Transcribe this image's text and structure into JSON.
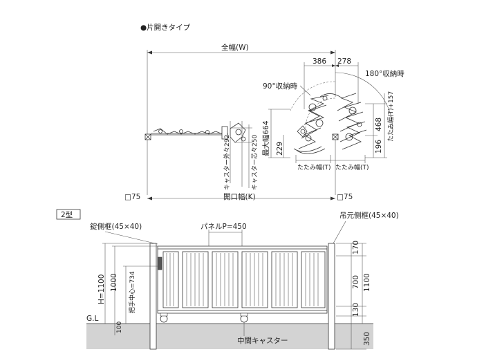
{
  "plan_view": {
    "title": "●片開きタイプ",
    "overall_width": "全幅(W)",
    "dim_386": "386",
    "dim_278": "278",
    "angle_90": "90°収納時",
    "angle_180": "180°収納時",
    "max_width": "最大幅",
    "dim_664": "664",
    "dim_468": "468",
    "dim_229": "229",
    "dim_196": "196",
    "folded_width_1": "たたみ幅(T)",
    "folded_width_2": "たたみ幅(T)",
    "folded_width_plus": "たたみ幅(T)+157",
    "caster_outer": "キャスター外々292",
    "caster_center": "キャスター芯々250",
    "post_left": "□75",
    "post_right": "□75",
    "opening_width": "開口幅(K)"
  },
  "elevation_view": {
    "type_label": "2型",
    "lock_frame": "錠側框(45×40)",
    "panel_pitch": "パネルP=450",
    "hinge_frame": "吊元側框(45×40)",
    "height": "H=1100",
    "dim_1000": "1000",
    "handle_center": "把手中心=734",
    "gl": "G.L",
    "dim_100": "100",
    "dim_170": "170",
    "dim_700": "700",
    "dim_1100": "1100",
    "dim_130": "130",
    "dim_350": "350",
    "middle_caster": "中間キャスター"
  }
}
